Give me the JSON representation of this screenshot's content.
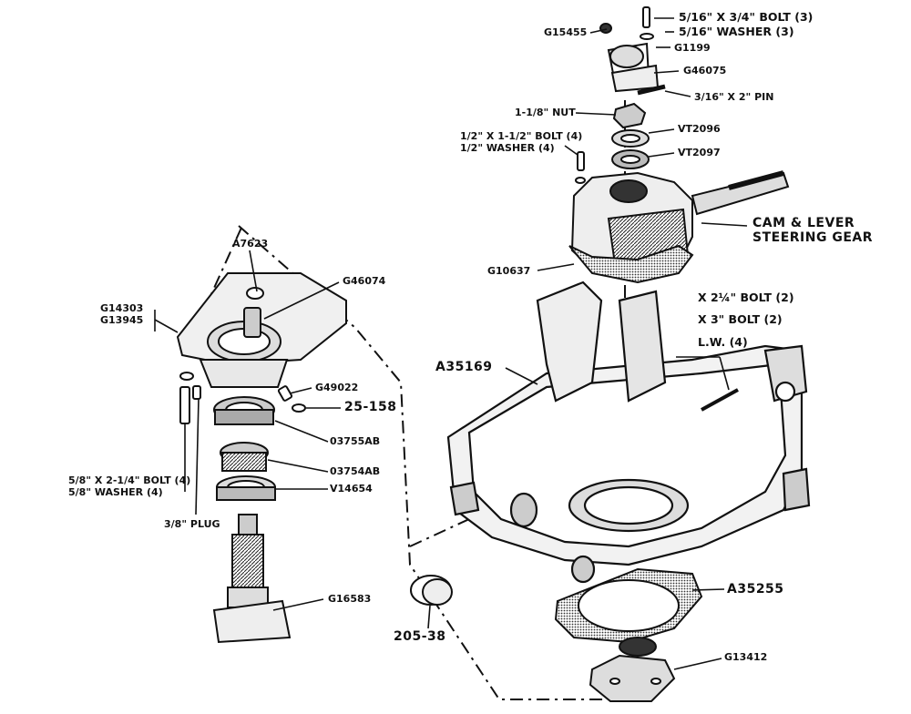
{
  "labels": {
    "g15455": "G15455",
    "bolt_516_34": "5/16\" X 3/4\" BOLT (3)",
    "washer_516": "5/16\" WASHER (3)",
    "g1199": "G1199",
    "g46075": "G46075",
    "pin_316_2": "3/16\" X 2\" PIN",
    "nut_118": "1-1/8\" NUT",
    "vt2096": "VT2096",
    "vt2097": "VT2097",
    "bolt_12_112": "1/2\" X 1-1/2\" BOLT (4)",
    "washer_12": "1/2\" WASHER (4)",
    "cam_lever_1": "CAM & LEVER",
    "cam_lever_2": "STEERING GEAR",
    "g10637": "G10637",
    "bolt_2_14": "X 2¼\" BOLT (2)",
    "bolt_3": "X 3\" BOLT (2)",
    "lw4": "L.W. (4)",
    "a7623": "A7623",
    "g46074": "G46074",
    "g14303": "G14303",
    "g13945": "G13945",
    "g49022": "G49022",
    "n25_158": "25-158",
    "a35169": "A35169",
    "n03755ab": "03755AB",
    "n03754ab": "03754AB",
    "v14654": "V14654",
    "bolt_58": "5/8\" X 2-1/4\" BOLT (4)",
    "washer_58": "5/8\" WASHER (4)",
    "plug_38": "3/8\" PLUG",
    "g16583": "G16583",
    "a35255": "A35255",
    "n205_38": "205-38",
    "g13412": "G13412"
  },
  "colors": {
    "ink": "#111111",
    "shade": "#555555",
    "paper": "#ffffff"
  }
}
